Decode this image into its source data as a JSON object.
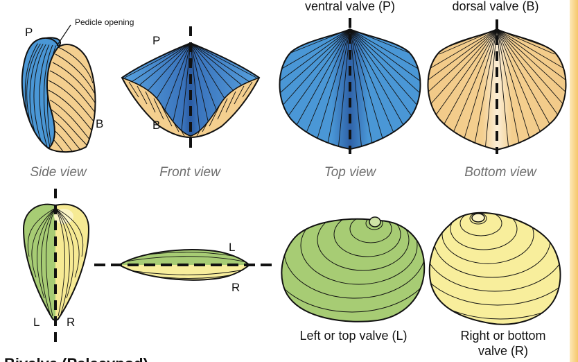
{
  "labels": {
    "pedicle_opening": "Pedicle opening",
    "p": "P",
    "b": "B",
    "l": "L",
    "r": "R",
    "ventral_valve": "ventral valve (P)",
    "dorsal_valve": "dorsal valve (B)"
  },
  "view_captions": {
    "side": "Side view",
    "front": "Front view",
    "top": "Top view",
    "bottom": "Bottom view"
  },
  "bivalve_captions": {
    "left_valve": "Left or top valve (L)",
    "right_valve_line1": "Right or bottom",
    "right_valve_line2": "valve (R)"
  },
  "section_title": "Bivalve (Pelecypod)",
  "colors": {
    "blue": "#4a97d6",
    "blue_dark": "#2f62a8",
    "tan": "#f4cf8f",
    "tan_light": "#fbe8c6",
    "green": "#a7cc74",
    "green_light": "#cfe3a6",
    "yellow": "#f8ee9c",
    "outline": "#111111"
  }
}
